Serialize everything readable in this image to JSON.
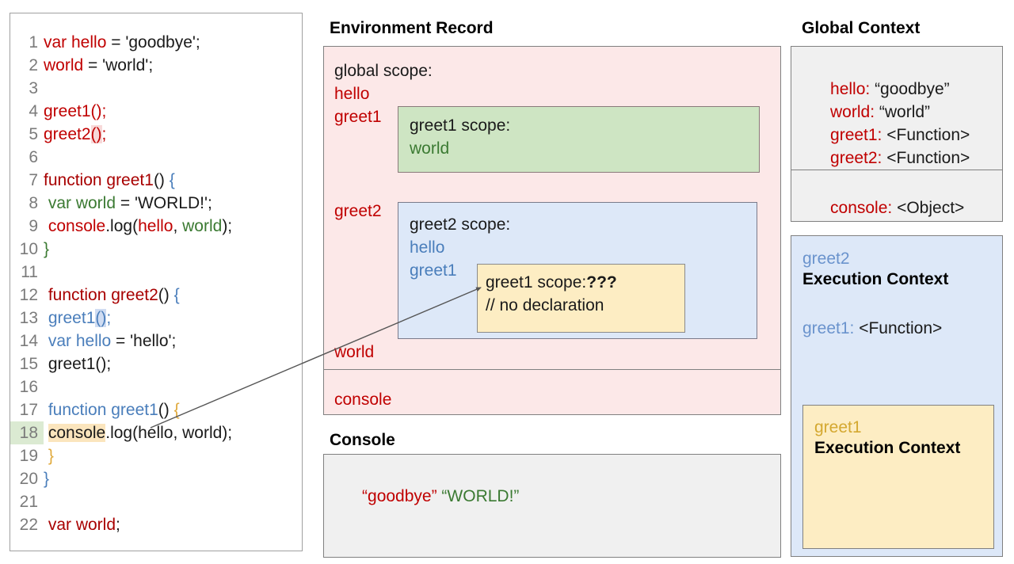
{
  "code_panel": {
    "lines": [
      {
        "num": "1",
        "tokens": [
          {
            "t": "var hello",
            "c": "tk-red"
          },
          {
            "t": " = ",
            "c": "tk-black"
          },
          {
            "t": "'goodbye';",
            "c": "tk-black"
          }
        ]
      },
      {
        "num": "2",
        "tokens": [
          {
            "t": "world",
            "c": "tk-red"
          },
          {
            "t": " = 'world';",
            "c": "tk-black"
          }
        ]
      },
      {
        "num": "3",
        "tokens": []
      },
      {
        "num": "4",
        "tokens": [
          {
            "t": "greet1",
            "c": "tk-red"
          },
          {
            "t": "();",
            "c": "tk-red"
          }
        ]
      },
      {
        "num": "5",
        "tokens": [
          {
            "t": "greet2",
            "c": "tk-red"
          },
          {
            "t": "()",
            "c": "tk-red hl-pink"
          },
          {
            "t": ";",
            "c": "tk-red"
          }
        ]
      },
      {
        "num": "6",
        "tokens": []
      },
      {
        "num": "7",
        "tokens": [
          {
            "t": "function greet1",
            "c": "tk-dred"
          },
          {
            "t": "() ",
            "c": "tk-black"
          },
          {
            "t": "{",
            "c": "tk-blue"
          }
        ]
      },
      {
        "num": "8",
        "tokens": [
          {
            "t": " var world",
            "c": "tk-green"
          },
          {
            "t": " = 'WORLD!';",
            "c": "tk-black"
          }
        ]
      },
      {
        "num": "9",
        "tokens": [
          {
            "t": " console",
            "c": "tk-red"
          },
          {
            "t": ".log(",
            "c": "tk-black"
          },
          {
            "t": "hello",
            "c": "tk-red"
          },
          {
            "t": ", ",
            "c": "tk-black"
          },
          {
            "t": "world",
            "c": "tk-green"
          },
          {
            "t": ");",
            "c": "tk-black"
          }
        ]
      },
      {
        "num": "10",
        "tokens": [
          {
            "t": "}",
            "c": "tk-green"
          }
        ]
      },
      {
        "num": "11",
        "tokens": []
      },
      {
        "num": "12",
        "tokens": [
          {
            "t": " function greet2",
            "c": "tk-dred"
          },
          {
            "t": "() ",
            "c": "tk-black"
          },
          {
            "t": "{",
            "c": "tk-blue"
          }
        ]
      },
      {
        "num": "13",
        "tokens": [
          {
            "t": " greet1",
            "c": "tk-blue"
          },
          {
            "t": "()",
            "c": "tk-blue hl-blue"
          },
          {
            "t": ";",
            "c": "tk-blue"
          }
        ]
      },
      {
        "num": "14",
        "tokens": [
          {
            "t": " var hello",
            "c": "tk-blue"
          },
          {
            "t": " = 'hello';",
            "c": "tk-black"
          }
        ]
      },
      {
        "num": "15",
        "tokens": [
          {
            "t": " greet1();",
            "c": "tk-black"
          }
        ]
      },
      {
        "num": "16",
        "tokens": []
      },
      {
        "num": "17",
        "tokens": [
          {
            "t": " function greet1",
            "c": "tk-blue"
          },
          {
            "t": "() ",
            "c": "tk-black"
          },
          {
            "t": "{",
            "c": "tk-gold"
          }
        ]
      },
      {
        "num": "18",
        "tokens": [
          {
            "t": " ",
            "c": "tk-black"
          },
          {
            "t": "console",
            "c": "tk-black hl-amber"
          },
          {
            "t": ".log(hello, world);",
            "c": "tk-black"
          }
        ],
        "ln_highlight": true
      },
      {
        "num": "19",
        "tokens": [
          {
            "t": " }",
            "c": "tk-gold"
          }
        ]
      },
      {
        "num": "20",
        "tokens": [
          {
            "t": "}",
            "c": "tk-blue"
          }
        ]
      },
      {
        "num": "21",
        "tokens": []
      },
      {
        "num": "22",
        "tokens": [
          {
            "t": " var world",
            "c": "tk-dred"
          },
          {
            "t": ";",
            "c": "tk-black"
          }
        ]
      }
    ]
  },
  "environment_record": {
    "title": "Environment Record",
    "global_scope_label": "global scope:",
    "global_vars": [
      "hello",
      "greet1",
      "greet2",
      "world"
    ],
    "console_entry": "console",
    "greet1_scope": {
      "title": "greet1 scope:",
      "vars": [
        "world"
      ]
    },
    "greet2_scope": {
      "title": "greet2 scope:",
      "vars": [
        "hello",
        "greet1"
      ]
    },
    "nested_greet1_scope": {
      "title_prefix": "greet1 scope:",
      "title_unknown": "???",
      "comment": "// no declaration"
    }
  },
  "console_panel": {
    "title": "Console",
    "output_first": "“goodbye”",
    "output_second": "“WORLD!”"
  },
  "global_context": {
    "title": "Global Context",
    "bindings": [
      {
        "key": "hello: ",
        "value": "“goodbye”"
      },
      {
        "key": "world: ",
        "value": "“world”"
      },
      {
        "key": "greet1: ",
        "value": "<Function>"
      },
      {
        "key": "greet2: ",
        "value": "<Function>"
      }
    ],
    "object_binding": {
      "key": "console: ",
      "value": "<Object>"
    }
  },
  "execution_contexts": {
    "greet2": {
      "name": "greet2",
      "label": "Execution Context",
      "binding_key": "greet1: ",
      "binding_value": "<Function>"
    },
    "greet1": {
      "name": "greet1",
      "label": "Execution Context"
    }
  },
  "colors": {
    "pink_bg": "#fce8e8",
    "green_bg": "#cee5c3",
    "blue_bg": "#dde8f8",
    "yellow_bg": "#fdedc3",
    "gray_bg": "#f0f0f0",
    "red_text": "#c00000",
    "green_text": "#3b7a32",
    "blue_text": "#4a7ebb",
    "gold_text": "#d4a830",
    "border": "#808080"
  }
}
